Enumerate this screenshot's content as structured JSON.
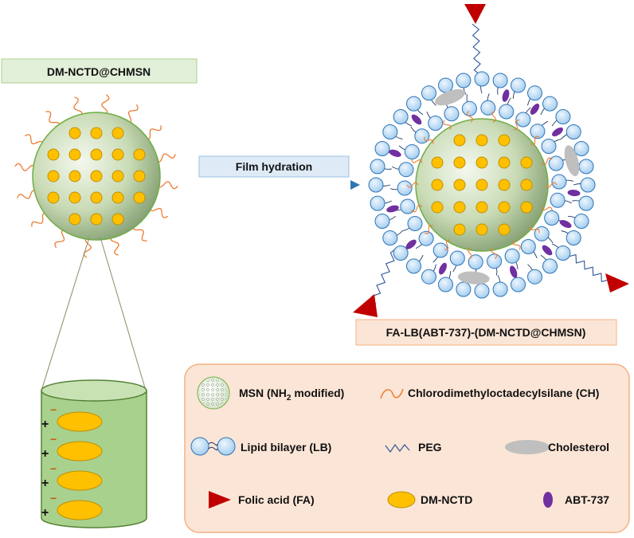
{
  "labels": {
    "left_title": "DM-NCTD@CHMSN",
    "process": "Film hydration",
    "right_title": "FA-LB(ABT-737)-(DM-NCTD@CHMSN)"
  },
  "charges": {
    "plus": "+",
    "minus": "−"
  },
  "legend": {
    "msn_main": "MSN (NH",
    "msn_sub": "2",
    "msn_tail": " modified)",
    "ch": "Chlorodimethyloctadecylsilane (CH)",
    "lb": "Lipid bilayer (LB)",
    "peg": "PEG",
    "chol": "Cholesterol",
    "fa": "Folic acid (FA)",
    "dm": "DM-NCTD",
    "abt": "ABT-737"
  },
  "colors": {
    "title_box_green": "#e2efd9",
    "title_box_blue": "#deebf7",
    "title_box_peach": "#fbe5d6",
    "legend_bg": "#fbe5d6",
    "legend_border": "#f4b183",
    "msn_green": "#a9d18e",
    "drug_yellow": "#ffc000",
    "lipid_blue": "#bdd7ee",
    "folic_red": "#c00000",
    "abt_purple": "#7030a0",
    "cholesterol_gray": "#bfbfbf",
    "chain_orange": "#ed7d31",
    "arrow_blue": "#5b9bd5"
  }
}
